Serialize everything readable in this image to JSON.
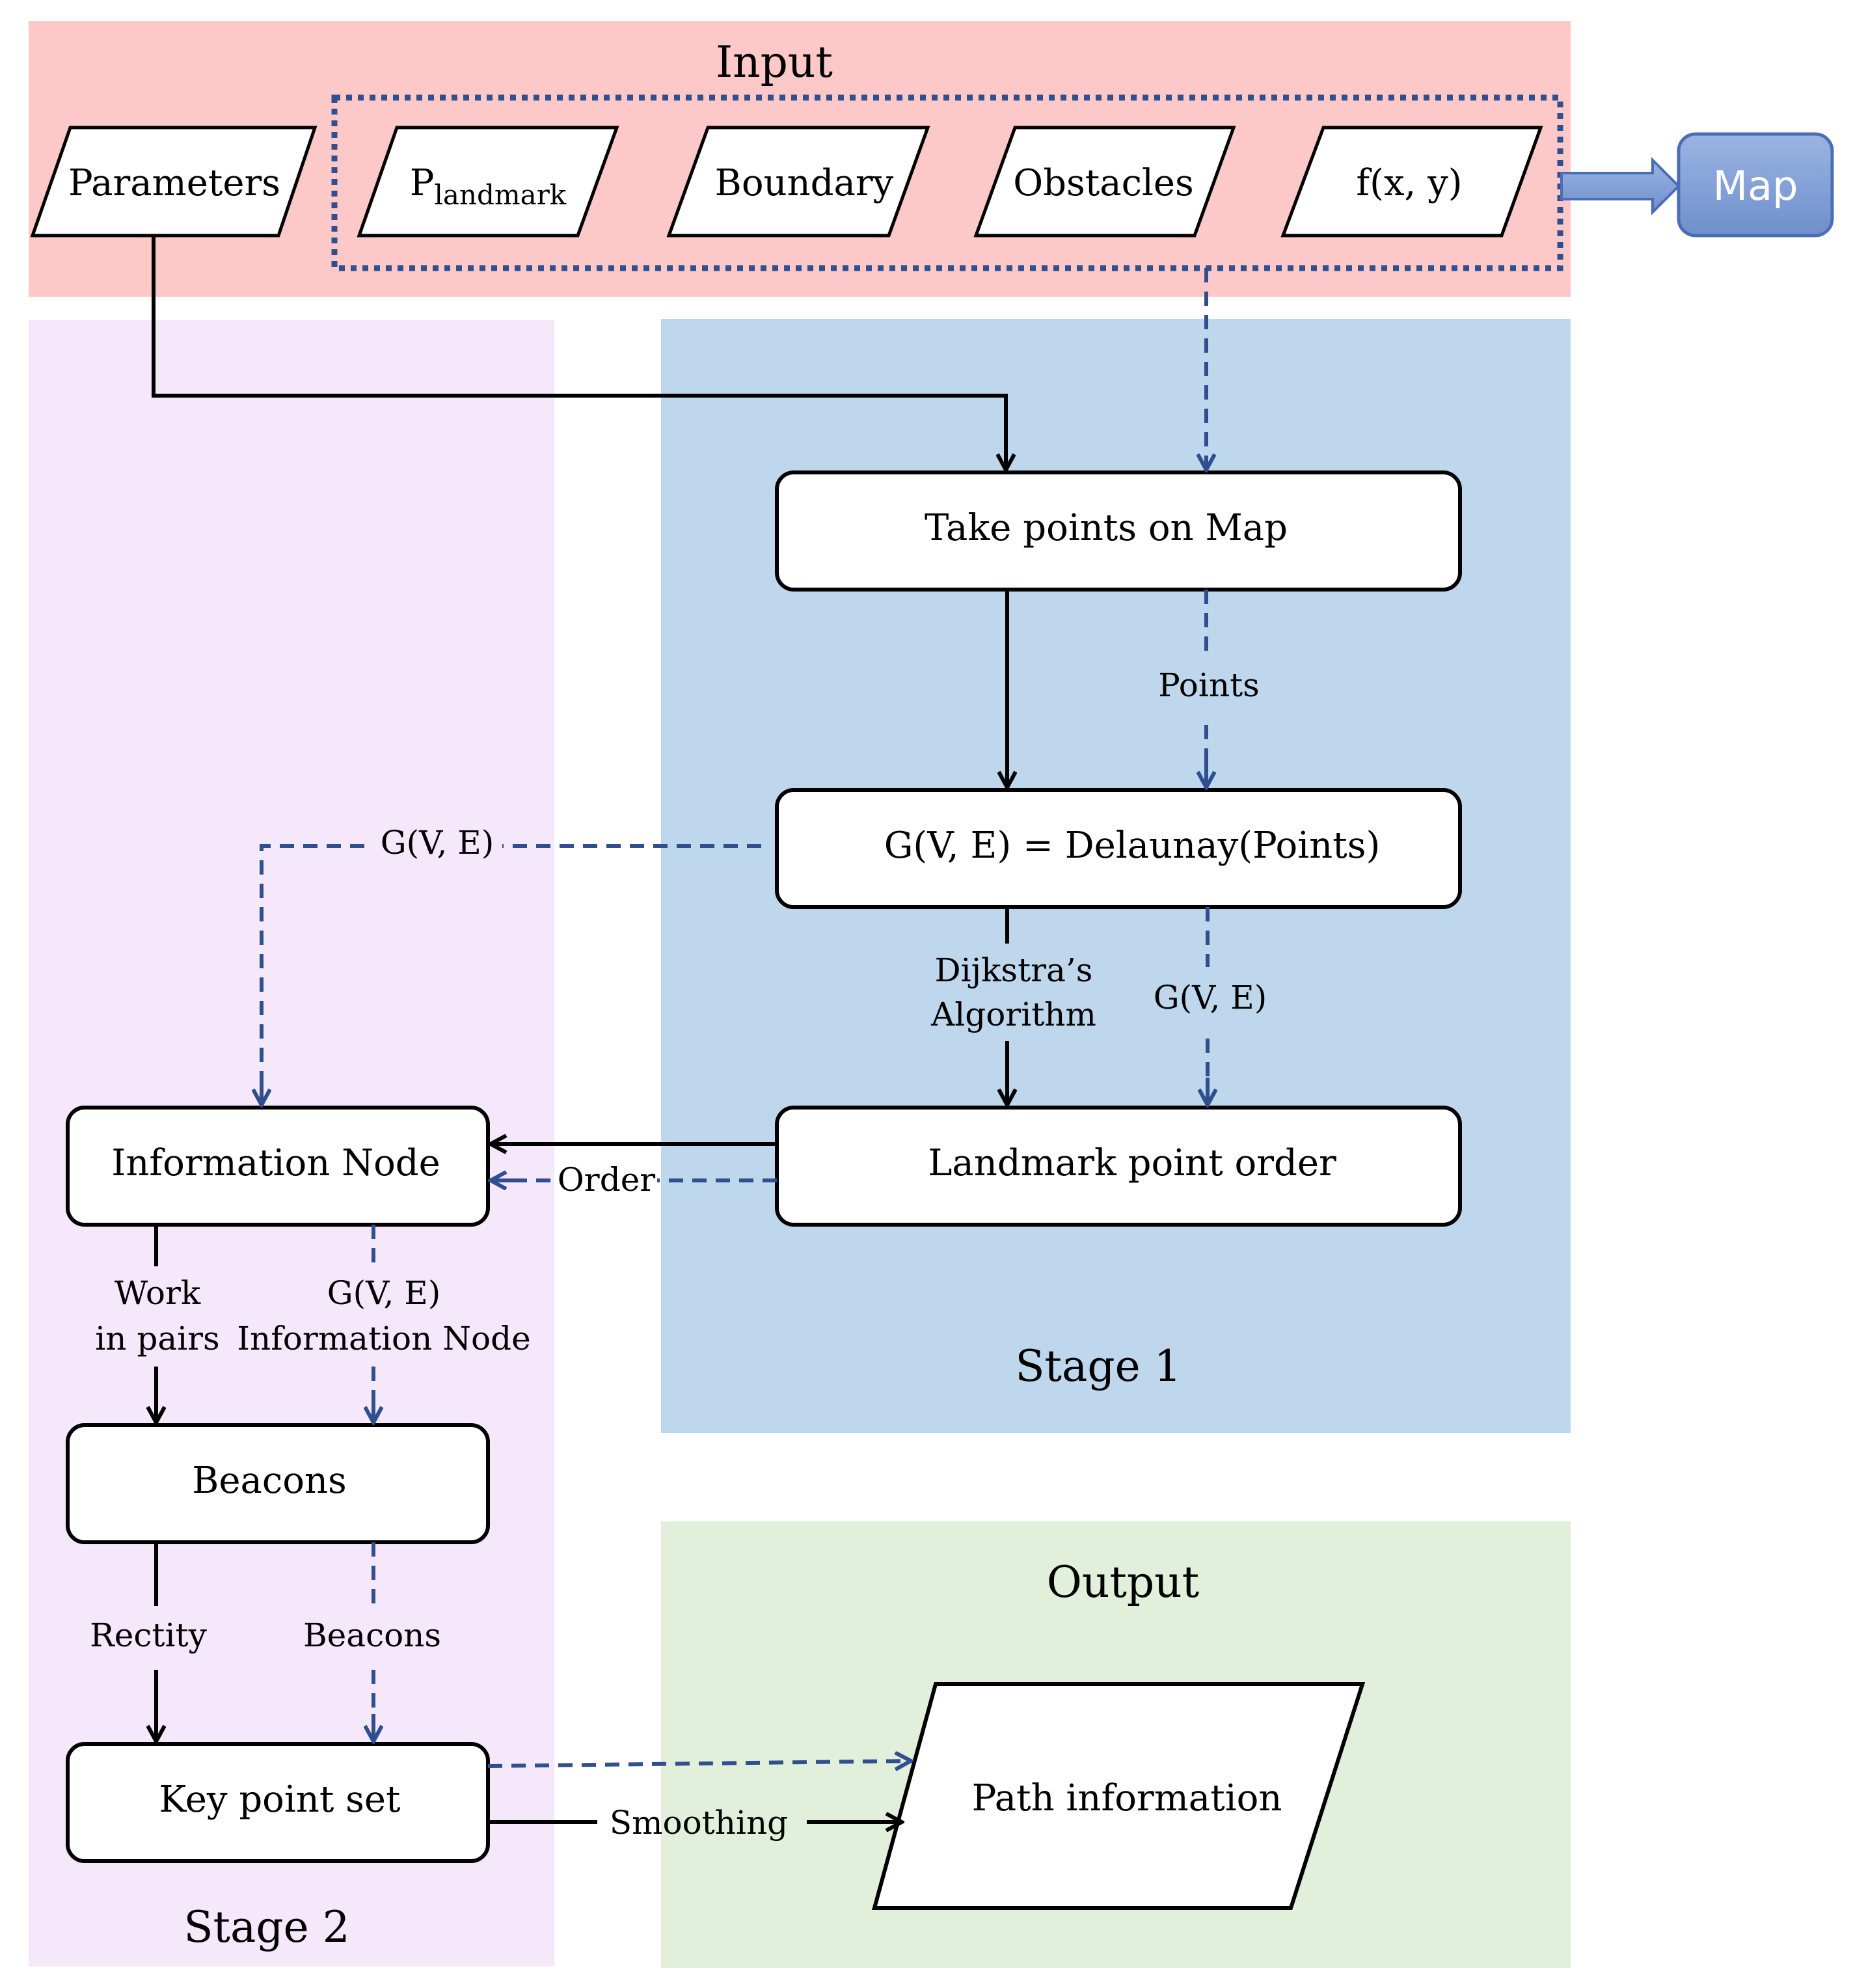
{
  "panels": {
    "input": "Input",
    "stage1": "Stage 1",
    "stage2": "Stage 2",
    "output": "Output"
  },
  "inputs": {
    "parameters": "Parameters",
    "p_main": "P",
    "p_sub": "landmark",
    "boundary": "Boundary",
    "obstacles": "Obstacles",
    "fxy": "f(x, y)",
    "map": "Map"
  },
  "nodes": {
    "take_points": "Take points on Map",
    "delaunay": "G(V, E) = Delaunay(Points)",
    "landmark_order": "Landmark point order",
    "information_node": "Information Node",
    "beacons": "Beacons",
    "key_point_set": "Key point set",
    "path_information": "Path information"
  },
  "edge_labels": {
    "points": "Points",
    "gve_left": "G(V, E)",
    "dijkstra_1": "Dijkstra’s",
    "dijkstra_2": "Algorithm",
    "gve_right": "G(V, E)",
    "order": "Order",
    "work_1": "Work",
    "work_2": "in pairs",
    "gve_info_1": "G(V, E)",
    "gve_info_2": "Information Node",
    "rectity": "Rectity",
    "beacons": "Beacons",
    "smoothing": "Smoothing"
  },
  "colors": {
    "input_bg": "#fcc9c8",
    "stage1_bg": "#bed7ed",
    "stage2_bg": "#f5e8fb",
    "output_bg": "#e2efda",
    "dashed_blue": "#2f4f8f",
    "map_fill": "#7f9fd7"
  }
}
